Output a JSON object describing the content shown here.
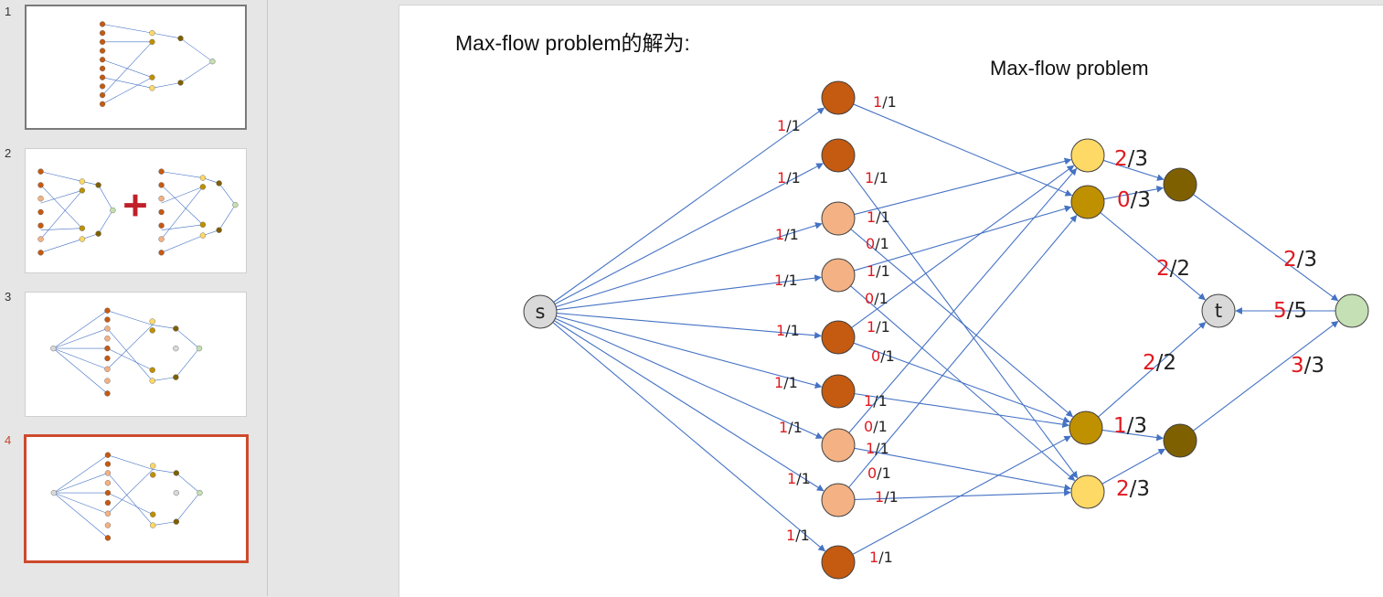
{
  "sidebar": {
    "slides": [
      {
        "number": "1",
        "active": false
      },
      {
        "number": "2",
        "active": false
      },
      {
        "number": "3",
        "active": false
      },
      {
        "number": "4",
        "active": true
      }
    ]
  },
  "slide": {
    "title": "Max-flow problem的解为:",
    "diagram_title": "Max-flow problem"
  },
  "colors": {
    "dark_orange": "#c55a11",
    "light_orange": "#f4b183",
    "yellow": "#ffd966",
    "gold": "#bf9000",
    "olive": "#7f6000",
    "green": "#c5e0b4",
    "gray": "#d9d9d9",
    "edge": "#4472c4",
    "flow_red": "#e0191f"
  },
  "diagram": {
    "nodes": [
      {
        "id": "s",
        "label": "s",
        "color": "gray"
      },
      {
        "id": "l1",
        "label": "",
        "color": "dark_orange"
      },
      {
        "id": "l2",
        "label": "",
        "color": "dark_orange"
      },
      {
        "id": "l3",
        "label": "",
        "color": "light_orange"
      },
      {
        "id": "l4",
        "label": "",
        "color": "light_orange"
      },
      {
        "id": "l5",
        "label": "",
        "color": "dark_orange"
      },
      {
        "id": "l6",
        "label": "",
        "color": "dark_orange"
      },
      {
        "id": "l7",
        "label": "",
        "color": "light_orange"
      },
      {
        "id": "l8",
        "label": "",
        "color": "light_orange"
      },
      {
        "id": "l9",
        "label": "",
        "color": "dark_orange"
      },
      {
        "id": "m1",
        "label": "",
        "color": "yellow"
      },
      {
        "id": "m2",
        "label": "",
        "color": "gold"
      },
      {
        "id": "m3",
        "label": "",
        "color": "gold"
      },
      {
        "id": "m4",
        "label": "",
        "color": "yellow"
      },
      {
        "id": "o1",
        "label": "",
        "color": "olive"
      },
      {
        "id": "o2",
        "label": "",
        "color": "olive"
      },
      {
        "id": "t",
        "label": "t",
        "color": "gray"
      },
      {
        "id": "g",
        "label": "",
        "color": "green"
      }
    ],
    "edges": [
      {
        "from": "s",
        "to": "l1"
      },
      {
        "from": "s",
        "to": "l2"
      },
      {
        "from": "s",
        "to": "l3"
      },
      {
        "from": "s",
        "to": "l4"
      },
      {
        "from": "s",
        "to": "l5"
      },
      {
        "from": "s",
        "to": "l6"
      },
      {
        "from": "s",
        "to": "l7"
      },
      {
        "from": "s",
        "to": "l8"
      },
      {
        "from": "s",
        "to": "l9"
      },
      {
        "from": "l1",
        "to": "m2"
      },
      {
        "from": "l2",
        "to": "m4"
      },
      {
        "from": "l3",
        "to": "m1"
      },
      {
        "from": "l3",
        "to": "m3"
      },
      {
        "from": "l4",
        "to": "m2"
      },
      {
        "from": "l4",
        "to": "m4"
      },
      {
        "from": "l5",
        "to": "m1"
      },
      {
        "from": "l5",
        "to": "m3"
      },
      {
        "from": "l6",
        "to": "m3"
      },
      {
        "from": "l7",
        "to": "m1"
      },
      {
        "from": "l7",
        "to": "m4"
      },
      {
        "from": "l8",
        "to": "m2"
      },
      {
        "from": "l8",
        "to": "m4"
      },
      {
        "from": "l9",
        "to": "m3"
      },
      {
        "from": "m1",
        "to": "o1"
      },
      {
        "from": "m2",
        "to": "o1"
      },
      {
        "from": "m2",
        "to": "t"
      },
      {
        "from": "m3",
        "to": "t"
      },
      {
        "from": "m3",
        "to": "o2"
      },
      {
        "from": "m4",
        "to": "o2"
      },
      {
        "from": "o1",
        "to": "g"
      },
      {
        "from": "o2",
        "to": "g"
      },
      {
        "from": "g",
        "to": "t"
      }
    ],
    "flow_labels": [
      {
        "flow": "1",
        "cap": "/1",
        "size": "small"
      },
      {
        "flow": "1",
        "cap": "/1",
        "size": "small"
      },
      {
        "flow": "1",
        "cap": "/1",
        "size": "small"
      },
      {
        "flow": "1",
        "cap": "/1",
        "size": "small"
      },
      {
        "flow": "1",
        "cap": "/1",
        "size": "small"
      },
      {
        "flow": "1",
        "cap": "/1",
        "size": "small"
      },
      {
        "flow": "1",
        "cap": "/1",
        "size": "small"
      },
      {
        "flow": "1",
        "cap": "/1",
        "size": "small"
      },
      {
        "flow": "1",
        "cap": "/1",
        "size": "small"
      },
      {
        "flow": "1",
        "cap": "/1",
        "size": "small"
      },
      {
        "flow": "1",
        "cap": "/1",
        "size": "small"
      },
      {
        "flow": "1",
        "cap": "/1",
        "size": "small"
      },
      {
        "flow": "0",
        "cap": "/1",
        "size": "small"
      },
      {
        "flow": "1",
        "cap": "/1",
        "size": "small"
      },
      {
        "flow": "0",
        "cap": "/1",
        "size": "small"
      },
      {
        "flow": "1",
        "cap": "/1",
        "size": "small"
      },
      {
        "flow": "0",
        "cap": "/1",
        "size": "small"
      },
      {
        "flow": "1",
        "cap": "/1",
        "size": "small"
      },
      {
        "flow": "0",
        "cap": "/1",
        "size": "small"
      },
      {
        "flow": "1",
        "cap": "/1",
        "size": "small"
      },
      {
        "flow": "0",
        "cap": "/1",
        "size": "small"
      },
      {
        "flow": "1",
        "cap": "/1",
        "size": "small"
      },
      {
        "flow": "1",
        "cap": "/1",
        "size": "small"
      },
      {
        "flow": "2",
        "cap": "/3",
        "size": "large"
      },
      {
        "flow": "0",
        "cap": "/3",
        "size": "large"
      },
      {
        "flow": "2",
        "cap": "/2",
        "size": "large"
      },
      {
        "flow": "2",
        "cap": "/3",
        "size": "large"
      },
      {
        "flow": "5",
        "cap": "/5",
        "size": "large"
      },
      {
        "flow": "2",
        "cap": "/2",
        "size": "large"
      },
      {
        "flow": "3",
        "cap": "/3",
        "size": "large"
      },
      {
        "flow": "1",
        "cap": "/3",
        "size": "large"
      },
      {
        "flow": "2",
        "cap": "/3",
        "size": "large"
      }
    ]
  }
}
